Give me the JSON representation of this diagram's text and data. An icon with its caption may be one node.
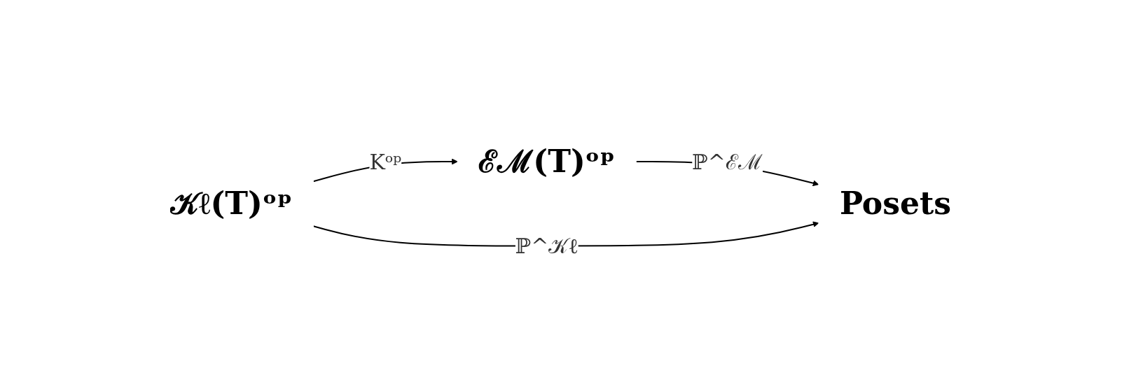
{
  "diagram": {
    "nodes": [
      {
        "text": [
          "Posets"
        ]
      },
      {
        "text": [
          "ℰℳ(T)ᵒᵖ"
        ]
      },
      {
        "text": [
          "𝒦ℓ(T)ᵒᵖ"
        ]
      }
    ],
    "edges": [
      {
        "from": 1,
        "to": 0,
        "arrow": "to",
        "label": "ℙ^ℰℳ"
      },
      {
        "from": 2,
        "to": 0,
        "arrow": "to",
        "label": "ℙ^𝒦ℓ"
      },
      {
        "from": 2,
        "to": 1,
        "arrow": "to",
        "label": "Kᵒᵖ"
      }
    ]
  }
}
